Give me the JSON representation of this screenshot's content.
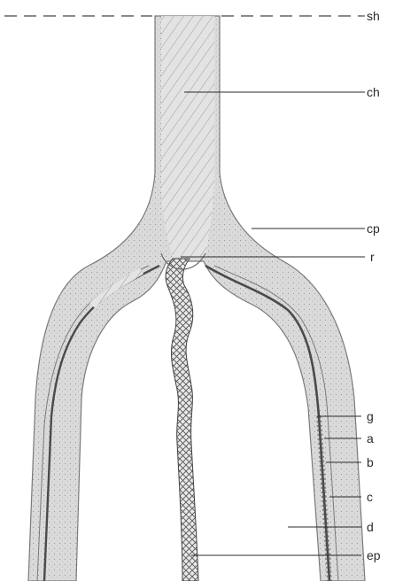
{
  "diagram": {
    "labels": {
      "sh": "sh",
      "ch": "ch",
      "cp": "cp",
      "r": "r",
      "g": "g",
      "a": "a",
      "b": "b",
      "c": "c",
      "d": "d",
      "ep": "ep"
    },
    "colors": {
      "ground": "#d8d8d8",
      "outline": "#7a7a7a",
      "dark_band": "#4a4a4a",
      "hatch": "#8c8c8c",
      "leader": "#2b2b2b",
      "text": "#2a2a2a"
    }
  }
}
